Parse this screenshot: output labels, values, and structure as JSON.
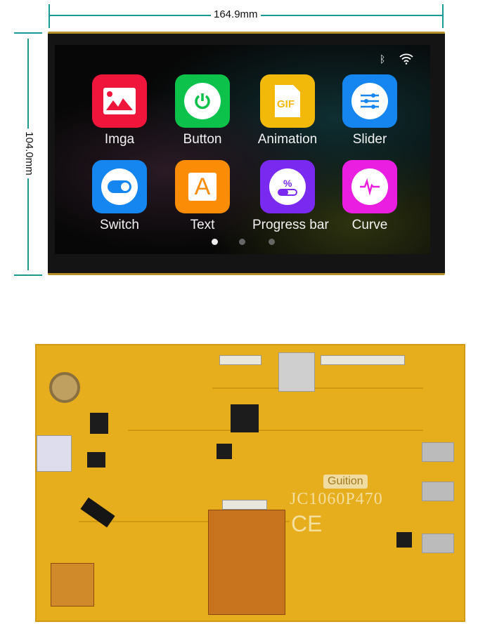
{
  "dimensions": {
    "width": "164.9mm",
    "height": "104.0mm"
  },
  "status_icons": [
    "bluetooth-icon",
    "wifi-icon"
  ],
  "apps": [
    {
      "label": "Imga",
      "icon": "image-icon",
      "color": "#f0153a"
    },
    {
      "label": "Button",
      "icon": "power-icon",
      "color": "#0cc24a"
    },
    {
      "label": "Animation",
      "icon": "gif-icon",
      "color": "#f2b90a"
    },
    {
      "label": "Slider",
      "icon": "sliders-icon",
      "color": "#1586f0"
    },
    {
      "label": "Switch",
      "icon": "toggle-icon",
      "color": "#1586f0"
    },
    {
      "label": "Text",
      "icon": "text-icon",
      "color": "#fb8c05"
    },
    {
      "label": "Progress bar",
      "icon": "progress-icon",
      "color": "#7a2af0"
    },
    {
      "label": "Curve",
      "icon": "pulse-icon",
      "color": "#ea1ee0"
    }
  ],
  "pager": {
    "pages": 3,
    "active": 1
  },
  "board": {
    "brand": "Guition",
    "model": "JC1060P470",
    "marks": "CE"
  }
}
